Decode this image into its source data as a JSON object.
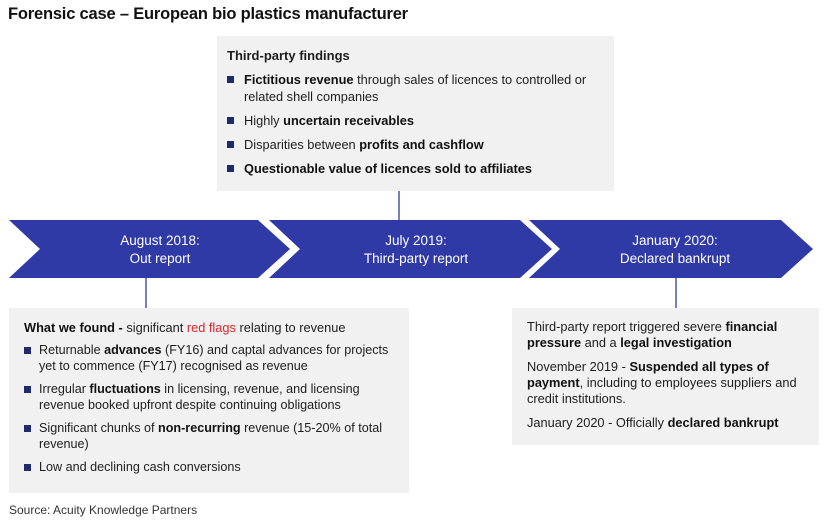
{
  "title": "Forensic case – European bio plastics manufacturer",
  "colors": {
    "chevron": "#2f3aa6",
    "bullet": "#1f2a6a",
    "box_bg": "#f1f1f1",
    "highlight_red": "#d7262e"
  },
  "timeline": [
    {
      "line1": "August 2018:",
      "line2": "Out report"
    },
    {
      "line1": "July 2019:",
      "line2": "Third-party report"
    },
    {
      "line1": "January 2020:",
      "line2": "Declared bankrupt"
    }
  ],
  "top_box": {
    "header": "Third-party findings",
    "items": [
      {
        "bold": "Fictitious revenue",
        "rest": " through sales of licences to controlled or related shell companies"
      },
      {
        "pre": "Highly ",
        "bold": "uncertain receivables"
      },
      {
        "pre": "Disparities between ",
        "bold": "profits and cashflow"
      },
      {
        "bold": "Questionable value of licences sold to affiliates"
      }
    ]
  },
  "left_box": {
    "header_bold": "What we found - ",
    "header_pre": "significant ",
    "header_red": "red flags",
    "header_post": " relating to revenue",
    "items": [
      {
        "pre": "Returnable ",
        "bold": "advances",
        "rest": " (FY16) and captal advances for projects yet to commence (FY17) recognised as revenue"
      },
      {
        "pre": "Irregular ",
        "bold": "fluctuations",
        "rest": " in licensing, revenue, and licensing revenue booked upfront despite continuing obligations"
      },
      {
        "pre": "Significant chunks of ",
        "bold": "non-recurring",
        "rest": " revenue (15-20% of total revenue)"
      },
      {
        "pre": "Low and declining cash conversions"
      }
    ]
  },
  "right_box": {
    "p1_pre": "Third-party report triggered severe ",
    "p1_bold1": "financial pressure",
    "p1_mid": " and a ",
    "p1_bold2": "legal investigation",
    "p2_pre": "November 2019 - ",
    "p2_bold": "Suspended all types of payment",
    "p2_rest": ", including to employees suppliers and credit institutions.",
    "p3_pre": "January 2020 - Officially ",
    "p3_bold": "declared bankrupt"
  },
  "source": "Source: Acuity Knowledge Partners"
}
